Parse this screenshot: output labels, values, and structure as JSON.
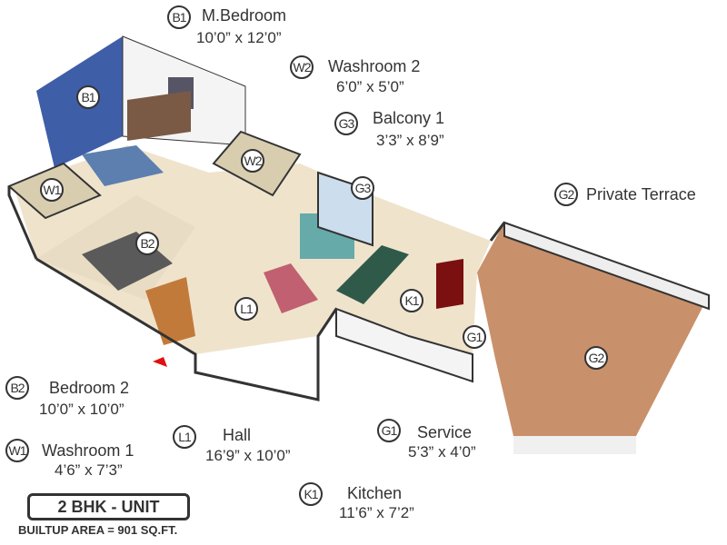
{
  "rooms": [
    {
      "code": "B1",
      "name": "M.Bedroom",
      "size": "10’0” x 12’0”"
    },
    {
      "code": "W2",
      "name": "Washroom 2",
      "size": "6’0” x 5’0”"
    },
    {
      "code": "G3",
      "name": "Balcony 1",
      "size": "3’3” x 8’9”"
    },
    {
      "code": "G2",
      "name": "Private Terrace"
    },
    {
      "code": "B2",
      "name": "Bedroom 2",
      "size": "10’0” x 10’0”"
    },
    {
      "code": "W1",
      "name": "Washroom 1",
      "size": "4’6” x 7’3”"
    },
    {
      "code": "L1",
      "name": "Hall",
      "size": "16’9” x 10’0”"
    },
    {
      "code": "G1",
      "name": "Service",
      "size": "5’3” x 4’0”"
    },
    {
      "code": "K1",
      "name": "Kitchen",
      "size": "11’6” x 7’2”"
    }
  ],
  "unit_label": "2 BHK - UNIT",
  "builtup_area": "BUILTUP AREA = 901 SQ.FT.",
  "colors": {
    "floor": "#efe3cc",
    "terrace": "#c8916b",
    "wall": "#f4f4f4",
    "wall_edge": "#3a3a3a",
    "accent_wall": "#3f5ea8",
    "entry_arrow": "#e01010"
  }
}
